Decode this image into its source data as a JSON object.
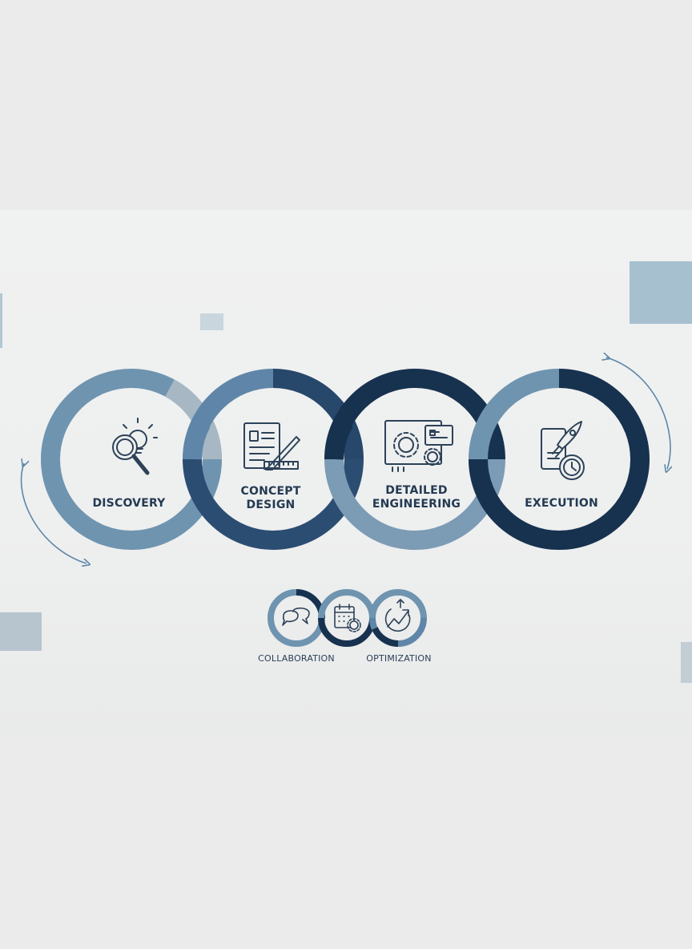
{
  "stages": [
    {
      "label": "DISCOVERY",
      "icon": "magnifier-lightbulb-icon"
    },
    {
      "label_lines": [
        "CONCEPT",
        "DESIGN"
      ],
      "icon": "document-ruler-icon"
    },
    {
      "label_lines": [
        "DETAILED",
        "ENGINEERING"
      ],
      "icon": "gear-blueprint-icon"
    },
    {
      "label": "EXECUTION",
      "icon": "rocket-clock-icon"
    }
  ],
  "support": [
    {
      "label": "COLLABORATION",
      "icon": "chat-bubbles-icon"
    },
    {
      "label": "",
      "icon": "calendar-gear-icon"
    },
    {
      "label": "OPTIMIZATION",
      "icon": "trend-arrow-icon"
    }
  ],
  "colors": {
    "light": "#6f94b0",
    "pale": "#a7b8c4",
    "mid": "#2c4d72",
    "dark": "#17324f",
    "label": "#233a52",
    "background": "#eeefef"
  }
}
